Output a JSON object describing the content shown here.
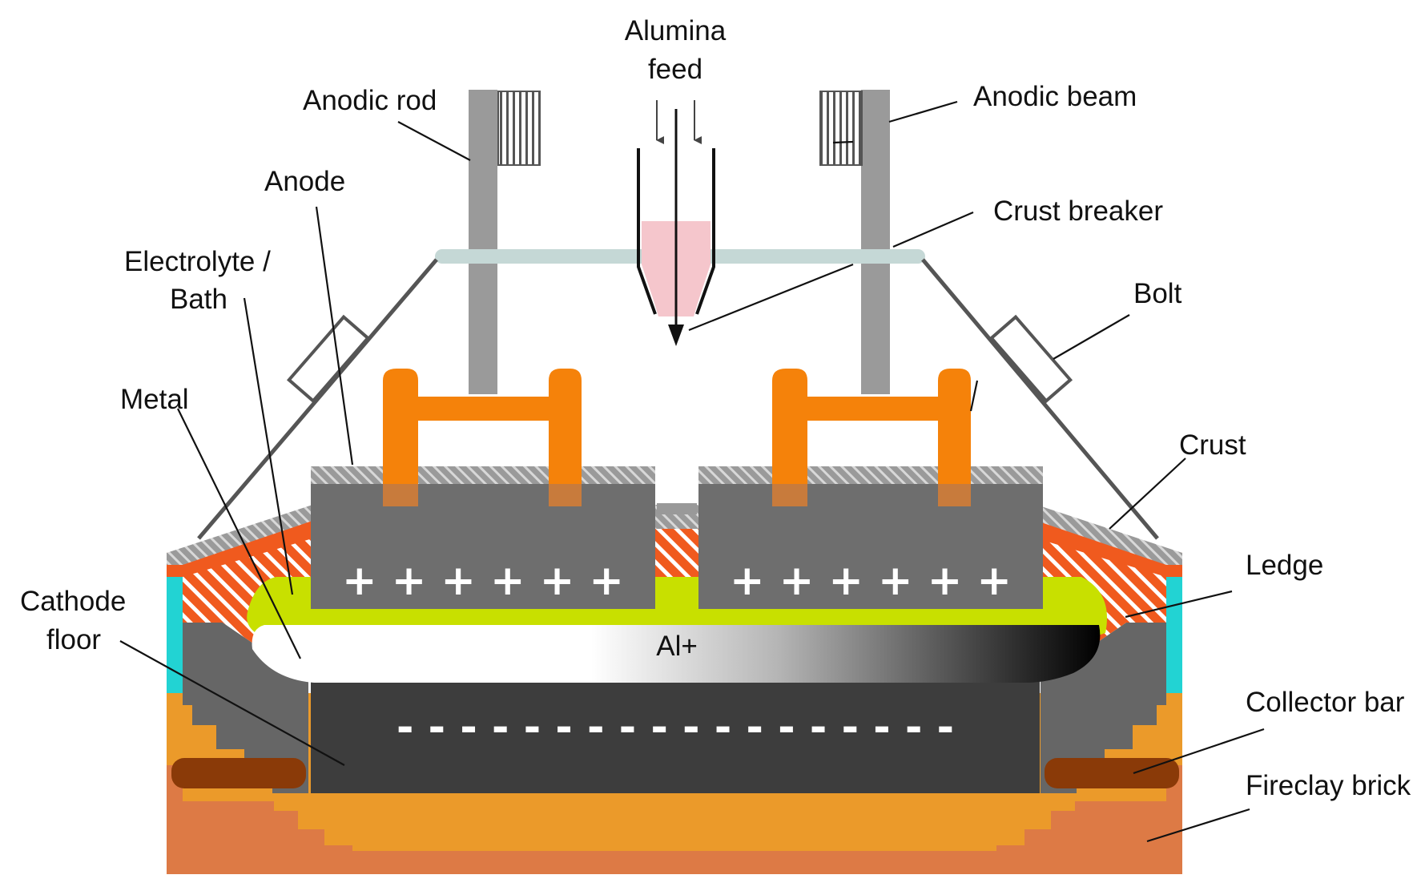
{
  "diagram": {
    "labels": {
      "alumina_feed_1": "Alumina",
      "alumina_feed_2": "feed",
      "anodic_rod": "Anodic rod",
      "anodic_beam": "Anodic beam",
      "anode": "Anode",
      "crust_breaker": "Crust breaker",
      "electrolyte_1": "Electrolyte /",
      "electrolyte_2": "Bath",
      "bolt": "Bolt",
      "metal": "Metal",
      "crust": "Crust",
      "cathode_1": "Cathode",
      "cathode_2": "floor",
      "ledge": "Ledge",
      "collector_bar": "Collector bar",
      "fireclay_brick": "Fireclay brick",
      "aluminium_ion": "Al+"
    },
    "anode_signs": "+ + + + + +",
    "cathode_signs": "- - - - - - - - - - - - - - - - - -",
    "colors": {
      "electrolyte": "#c8e000",
      "ledge": "#f05a1e",
      "bolt": "#f5820a",
      "collector_bar": "#8a3a08",
      "fireclay_outer": "#dd7a45",
      "fireclay_inner": "#eb9a2a",
      "cathode": "#3d3d3d",
      "anode": "#6e6e6e",
      "lining": "#cccccc",
      "side_insulation": "#22d3d3",
      "crust_breaker_bar": "#c5d8d6",
      "alumina_hopper": "#f5c6cc"
    }
  }
}
